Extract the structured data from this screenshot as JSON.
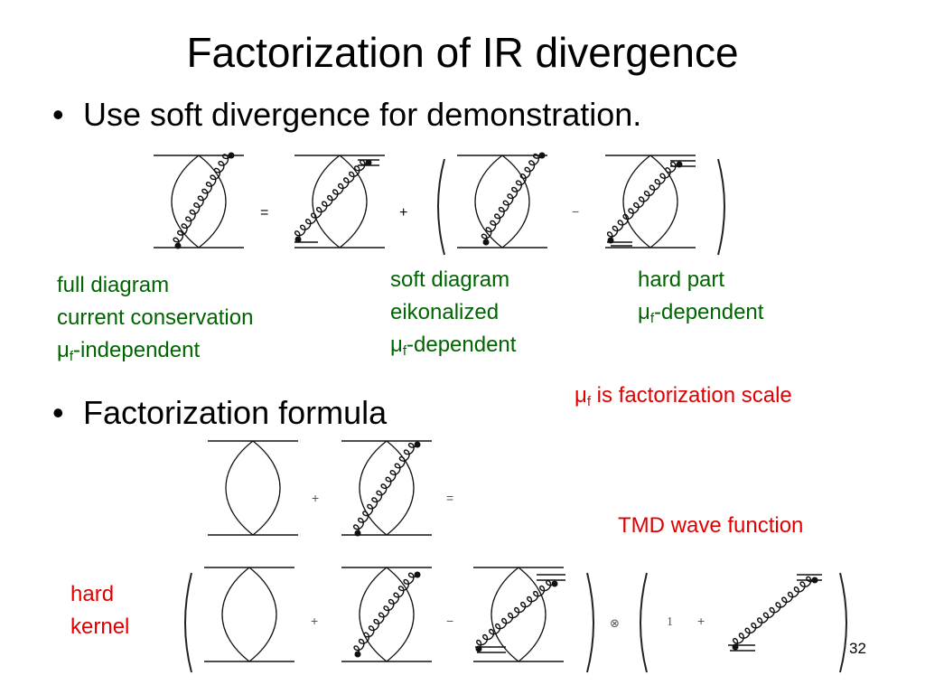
{
  "title": "Factorization of IR divergence",
  "bullets": [
    "Use soft divergence for demonstration.",
    "Factorization formula"
  ],
  "bullet_symbol": "•",
  "top_equation": {
    "equals": "=",
    "plus": "+",
    "minus": "−"
  },
  "labels": {
    "full": [
      "full diagram",
      "current conservation",
      "-independent"
    ],
    "soft": [
      "soft diagram",
      "eikonalized",
      "-dependent"
    ],
    "hard": [
      "hard part",
      "-dependent"
    ],
    "mu_symbol": "μ",
    "mu_sub": "f",
    "scale_note": " is factorization scale",
    "tmd": "TMD wave function",
    "kernel": [
      "hard",
      "kernel"
    ]
  },
  "formula": {
    "plus": "+",
    "equals": "=",
    "minus": "−",
    "otimes": "⊗",
    "one": "1"
  },
  "page_number": "32"
}
